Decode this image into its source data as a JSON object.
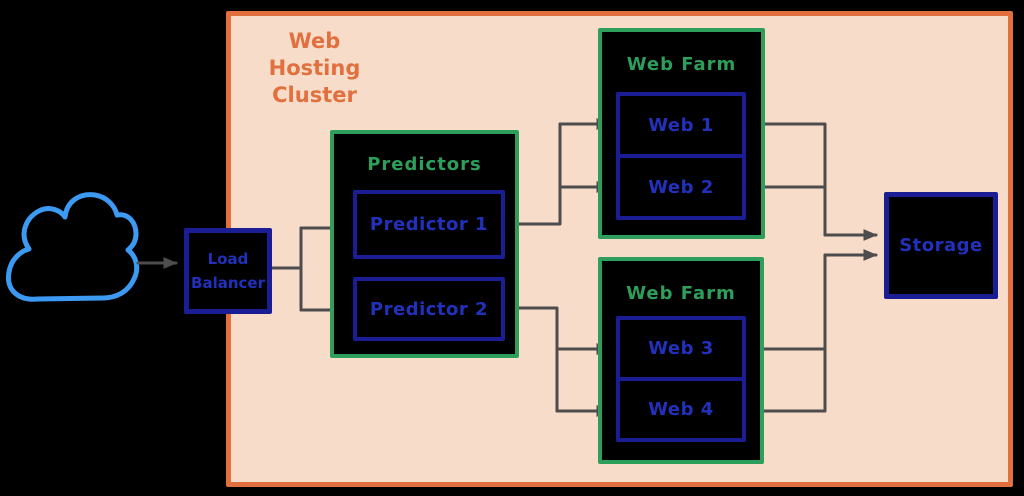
{
  "colors": {
    "background": "#000000",
    "cluster_fill": "#f8dcca",
    "cluster_border": "#e2703f",
    "cluster_title": "#e2703f",
    "green": "#2d9f5a",
    "navy_border": "#1a1d93",
    "blue_text": "#2231bb",
    "cloud_stroke": "#3d9af2",
    "arrow": "#4d4d4d",
    "box_fill": "#000000"
  },
  "cluster": {
    "title_line1": "Web Hosting",
    "title_line2": "Cluster"
  },
  "nodes": {
    "cloud": {
      "name": "cloud"
    },
    "load_balancer": {
      "line1": "Load",
      "line2": "Balancer"
    },
    "predictors": {
      "title": "Predictors",
      "items": [
        "Predictor 1",
        "Predictor 2"
      ]
    },
    "web_farm_top": {
      "title": "Web Farm",
      "items": [
        "Web 1",
        "Web 2"
      ]
    },
    "web_farm_bottom": {
      "title": "Web Farm",
      "items": [
        "Web 3",
        "Web 4"
      ]
    },
    "storage": {
      "label": "Storage"
    }
  }
}
